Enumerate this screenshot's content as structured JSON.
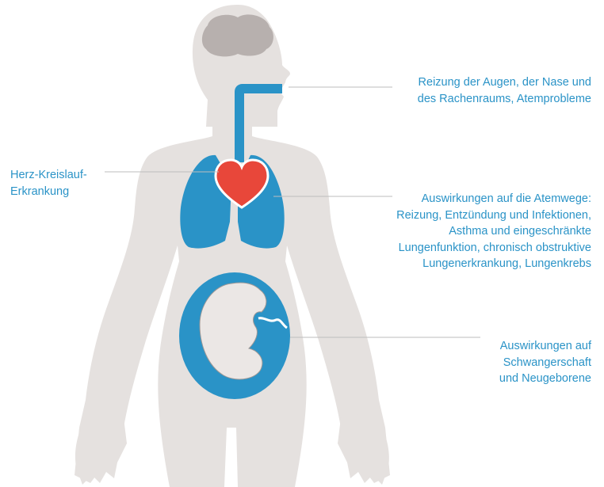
{
  "colors": {
    "body": "#e5e1df",
    "brain": "#b7b0ae",
    "organ_blue": "#2a93c7",
    "heart": "#e8473a",
    "fetus": "#ebe7e5",
    "label_text": "#2a93c7",
    "leader_line": "#bdbdbd"
  },
  "icons": {
    "body": "human-body-silhouette",
    "brain": "brain-icon",
    "airway": "airway-trachea-icon",
    "lungs": "lungs-icon",
    "heart": "heart-icon",
    "uterus": "uterus-icon",
    "fetus": "fetus-icon"
  },
  "labels": {
    "eyes": [
      "Reizung der Augen, der Nase und",
      "des Rachenraums, Atemprobleme"
    ],
    "heart": [
      "Herz-Kreislauf-",
      "Erkrankung"
    ],
    "airways": [
      "Auswirkungen auf die Atemwege:",
      "Reizung, Entzündung und Infektionen,",
      "Asthma und eingeschränkte",
      "Lungenfunktion, chronisch obstruktive",
      "Lungenerkrankung, Lungenkrebs"
    ],
    "pregnancy": [
      "Auswirkungen auf",
      "Schwangerschaft",
      "und Neugeborene"
    ]
  }
}
